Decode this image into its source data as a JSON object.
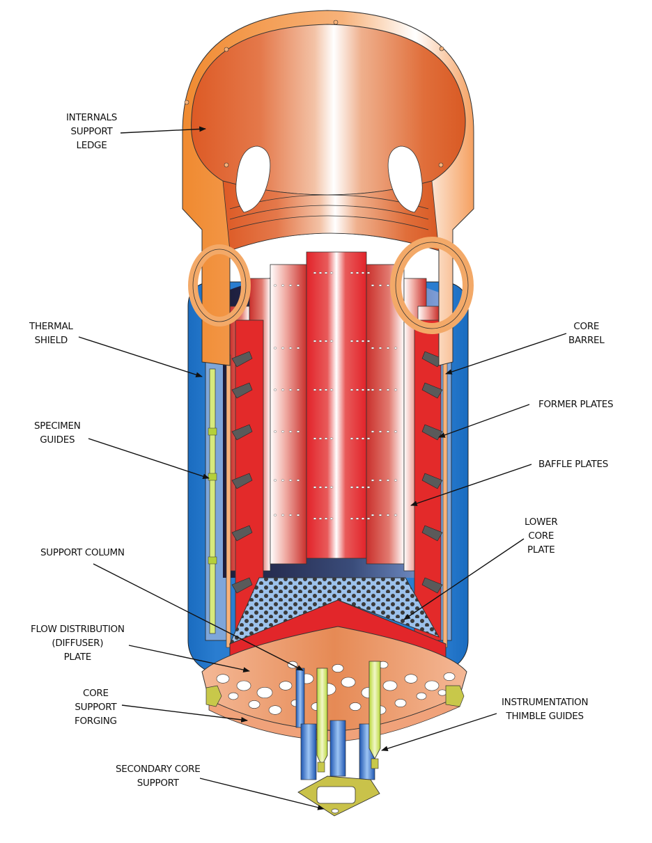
{
  "title": "Reactor Vessel Internals",
  "colors": {
    "barrel_orange": "#F08A30",
    "barrel_inner": "#DD5E2A",
    "thermal_shield_blue": "#1B6FBF",
    "shield_light_blue": "#7EA6DA",
    "baffle_red": "#E12A2A",
    "specimen_yellow_green": "#C8E05A",
    "former_gray": "#5A5A5A",
    "core_plate_blue": "#9DC2EC",
    "forging_salmon": "#F0A27A",
    "column_blue": "#2B6FD0",
    "secondary_support_olive": "#C9C24A",
    "leader_line": "#111111"
  },
  "labels": {
    "internals_support_ledge": [
      "INTERNALS",
      "SUPPORT",
      "LEDGE"
    ],
    "thermal_shield": [
      "THERMAL",
      "SHIELD"
    ],
    "core_barrel": [
      "CORE",
      "BARREL"
    ],
    "specimen_guides": [
      "SPECIMEN",
      "GUIDES"
    ],
    "former_plates": [
      "FORMER PLATES"
    ],
    "baffle_plates": [
      "BAFFLE PLATES"
    ],
    "lower_core_plate": [
      "LOWER",
      "CORE",
      "PLATE"
    ],
    "support_column": [
      "SUPPORT COLUMN"
    ],
    "flow_distribution_plate": [
      "FLOW DISTRIBUTION",
      "(DIFFUSER)",
      "PLATE"
    ],
    "core_support_forging": [
      "CORE",
      "SUPPORT",
      "FORGING"
    ],
    "instrumentation_thimble_guides": [
      "INSTRUMENTATION",
      "THIMBLE GUIDES"
    ],
    "secondary_core_support": [
      "SECONDARY CORE",
      "SUPPORT"
    ]
  }
}
